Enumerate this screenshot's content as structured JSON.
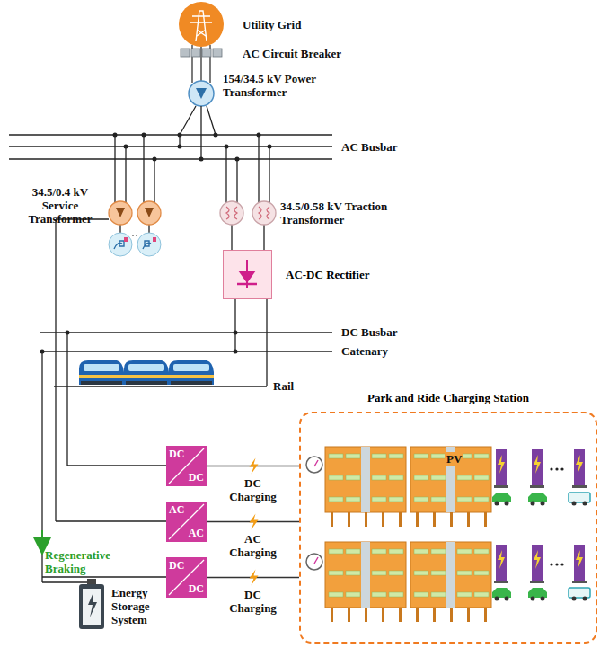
{
  "diagram": {
    "nodes": [
      {
        "text": [
          "Park and Ride Charging Station"
        ]
      },
      {
        "text": [
          "DC",
          "DC"
        ]
      },
      {
        "text": [
          "AC",
          "AC"
        ]
      },
      {
        "text": [
          "DC",
          "DC"
        ]
      },
      {
        "text": [
          "AC-DC Rectifier"
        ]
      }
    ],
    "edges": [
      {
        "from": 1,
        "to": 0,
        "arrow": "none",
        "label": "DC Charging"
      },
      {
        "from": 2,
        "to": 0,
        "arrow": "none",
        "label": "AC Charging"
      },
      {
        "from": 3,
        "to": 0,
        "arrow": "none",
        "label": "DC Charging"
      }
    ],
    "labels": [
      "Utility Grid",
      "AC Circuit Breaker",
      "154/34.5 kV Power Transformer",
      "34.5/0.4 kV Service Transformer",
      "34.5/0.58 kV Traction Transformer",
      "AC Busbar",
      "DC Busbar",
      "Catenary",
      "Rail",
      "PV",
      "Regenerative Braking",
      "Energy Storage System"
    ]
  }
}
